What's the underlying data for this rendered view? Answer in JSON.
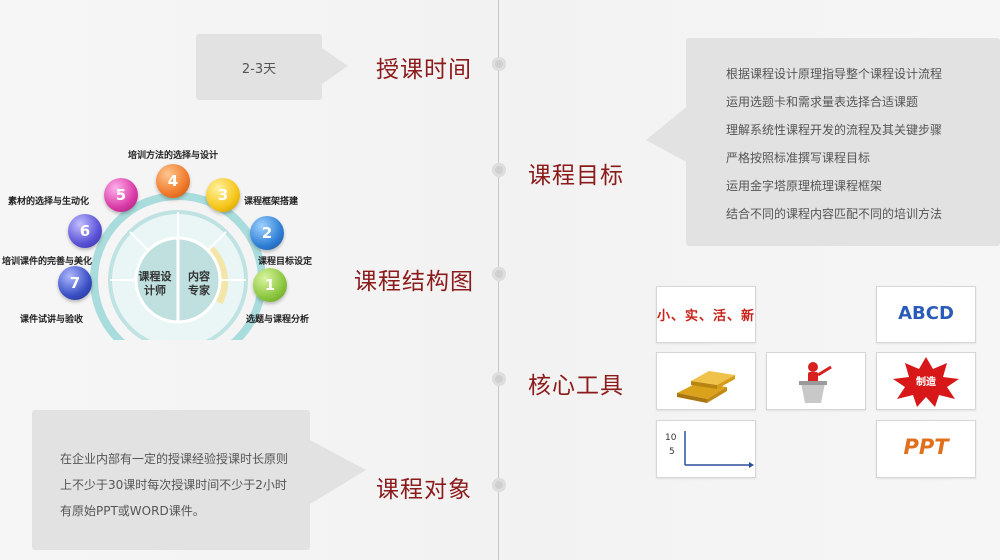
{
  "sections": {
    "timing": "授课时间",
    "objectives": "课程目标",
    "structure": "课程结构图",
    "tools": "核心工具",
    "audience": "课程对象"
  },
  "timing": {
    "duration": "2-3天"
  },
  "objectives": {
    "items": [
      "根据课程设计原理指导整个课程设计流程",
      "运用选题卡和需求量表选择合适课题",
      "理解系统性课程开发的流程及其关键步骤",
      "严格按照标准撰写课程目标",
      "运用金字塔原理梳理课程框架",
      "结合不同的课程内容匹配不同的培训方法"
    ]
  },
  "structure": {
    "center_left": [
      "课程设",
      "计师"
    ],
    "center_right": [
      "内容",
      "专家"
    ],
    "steps": [
      {
        "num": "1",
        "label": "选题与课程分析"
      },
      {
        "num": "2",
        "label": "课程目标设定"
      },
      {
        "num": "3",
        "label": "课程框架搭建"
      },
      {
        "num": "4",
        "label": "培训方法的选择与设计"
      },
      {
        "num": "5",
        "label": "素材的选择与生动化"
      },
      {
        "num": "6",
        "label": "培训课件的完善与美化"
      },
      {
        "num": "7",
        "label": "课件试讲与验收"
      }
    ],
    "colors": [
      "#8cc63f",
      "#2f7fd6",
      "#f5c518",
      "#f07a2a",
      "#d93aa6",
      "#5a52d6",
      "#3a4fc4"
    ]
  },
  "tools": {
    "slogan": "小、实、活、新",
    "letters": "ABCD",
    "burst_text": "制造",
    "chart_ticks": [
      "10",
      "5"
    ],
    "ppt": "PPT"
  },
  "audience": {
    "lines": [
      "在企业内部有一定的授课经验授课时长原则",
      "上不少于30课时每次授课时间不少于2小时",
      "有原始PPT或WORD课件。"
    ]
  }
}
